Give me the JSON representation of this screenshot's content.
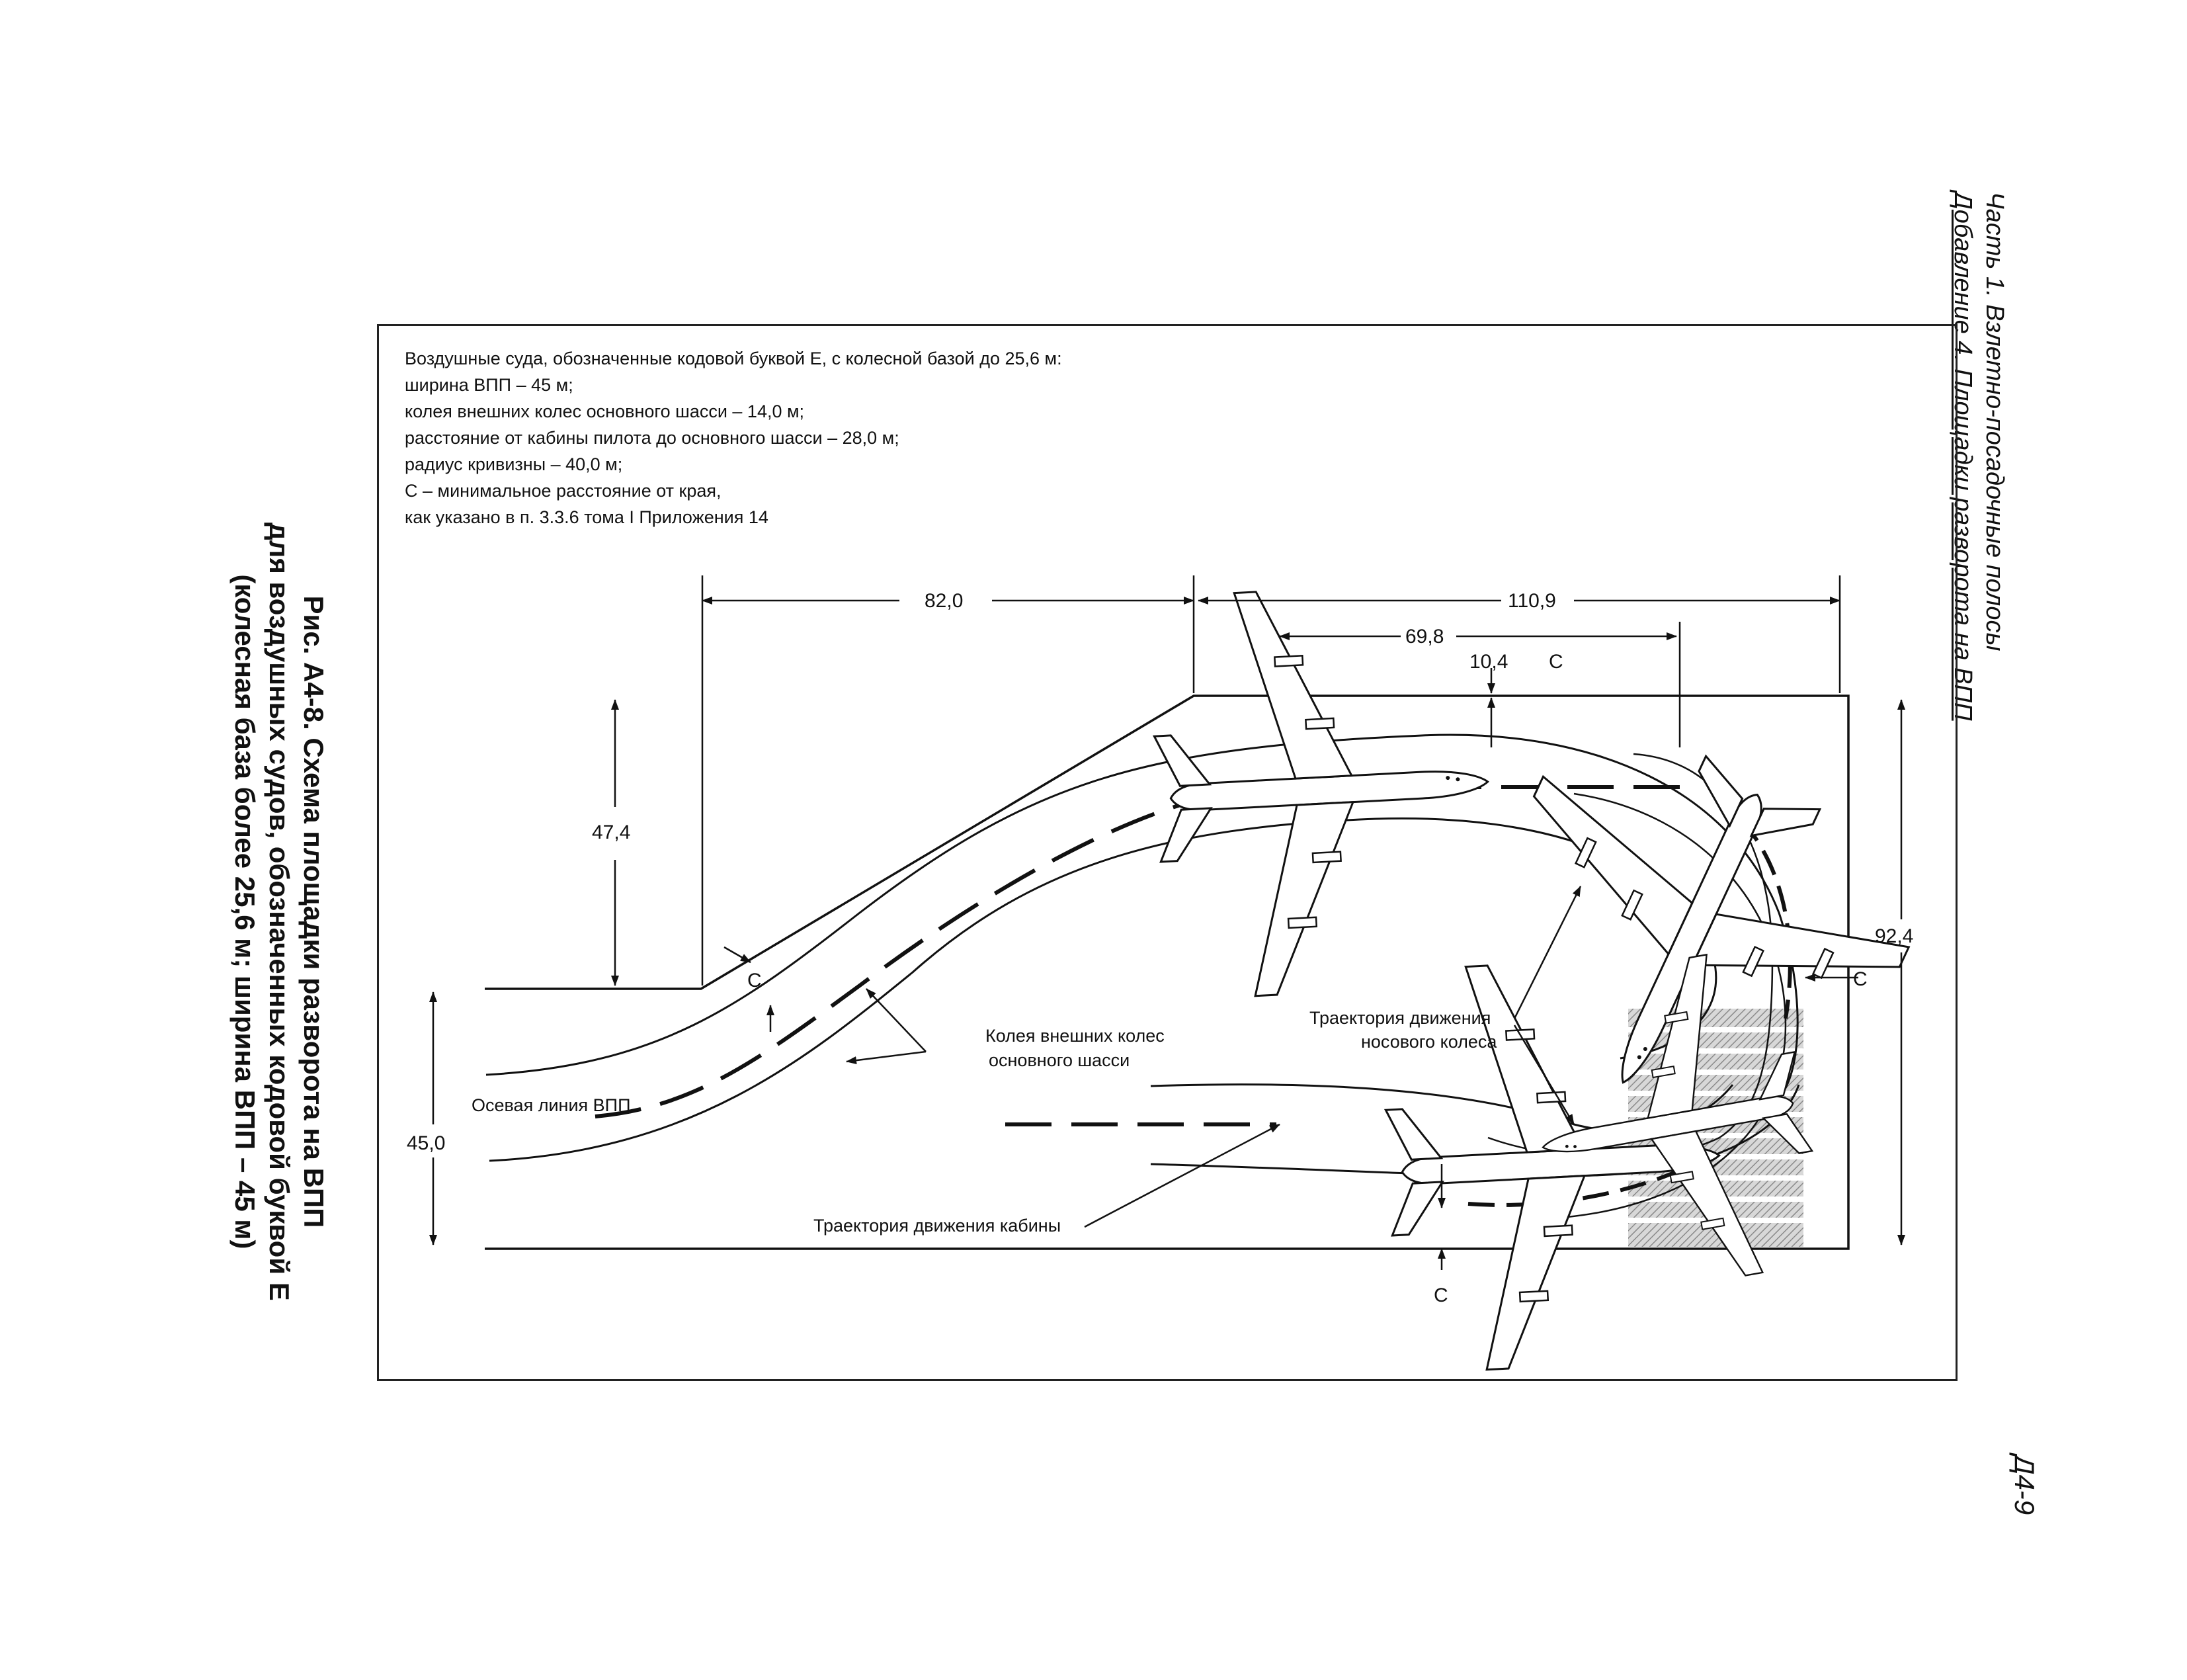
{
  "header": {
    "line1": "Часть 1.  Взлетно-посадочные полосы",
    "line2": "Добавление 4.  Площадки разворота на ВПП"
  },
  "page_number": "Д4-9",
  "caption": {
    "line1": "Рис. А4-8.  Схема площадки разворота на ВПП",
    "line2": "для воздушных судов, обозначенных кодовой буквой Е",
    "line3": "(колесная база более 25,6 м; ширина ВПП – 45 м)"
  },
  "notes": [
    "Воздушные суда, обозначенные кодовой буквой Е, с колесной базой до 25,6 м:",
    "ширина ВПП – 45 м;",
    "колея внешних колес основного шасси – 14,0 м;",
    "расстояние от кабины пилота до основного шасси – 28,0 м;",
    "радиус кривизны – 40,0 м;",
    "С – минимальное расстояние от края,",
    "как указано в п. 3.3.6 тома I Приложения 14"
  ],
  "dimensions": {
    "d82": "82,0",
    "d110": "110,9",
    "d69": "69,8",
    "d10": "10,4",
    "d47": "47,4",
    "d45": "45,0",
    "d92": "92,4"
  },
  "labels": {
    "c": "C",
    "gear_track_1": "Колея внешних колес",
    "gear_track_2": "основного шасси",
    "centerline": "Осевая линия ВПП",
    "nose_path_1": "Траектория движения",
    "nose_path_2": "носового колеса",
    "cockpit_path": "Траектория движения кабины"
  }
}
